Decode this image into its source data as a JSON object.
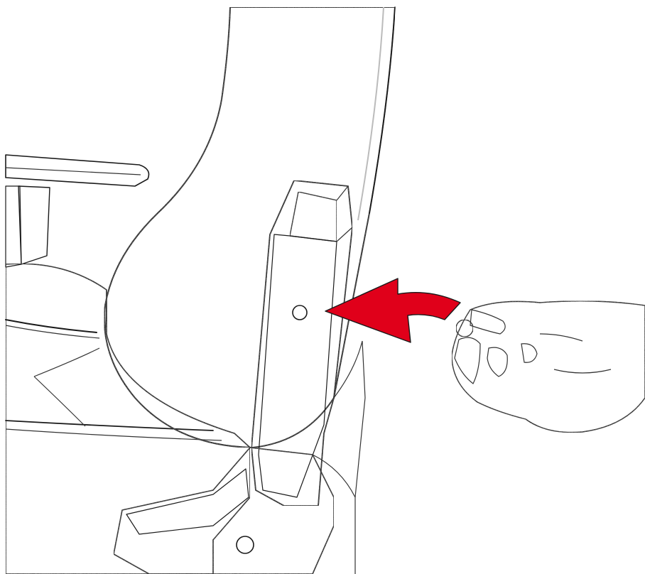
{
  "scene": {
    "title": "",
    "background_color": "#ffffff",
    "objects": [
      {
        "name": "chair-backrest",
        "tone": "dark-speckled"
      },
      {
        "name": "chair-seat-cushion",
        "tone": "light"
      },
      {
        "name": "chair-armrest",
        "tone": "light"
      },
      {
        "name": "side-bracket-slot",
        "tone": "light"
      },
      {
        "name": "screw-hole",
        "tone": "light"
      },
      {
        "name": "lower-screw-hole",
        "tone": "light"
      },
      {
        "name": "hand-holding-cap",
        "tone": "sketch"
      },
      {
        "name": "cover-cap",
        "tone": "sketch"
      }
    ],
    "arrow": {
      "name": "insert-direction-arrow",
      "color": "#e0001a",
      "direction": "left",
      "points_to": "screw-hole"
    }
  }
}
